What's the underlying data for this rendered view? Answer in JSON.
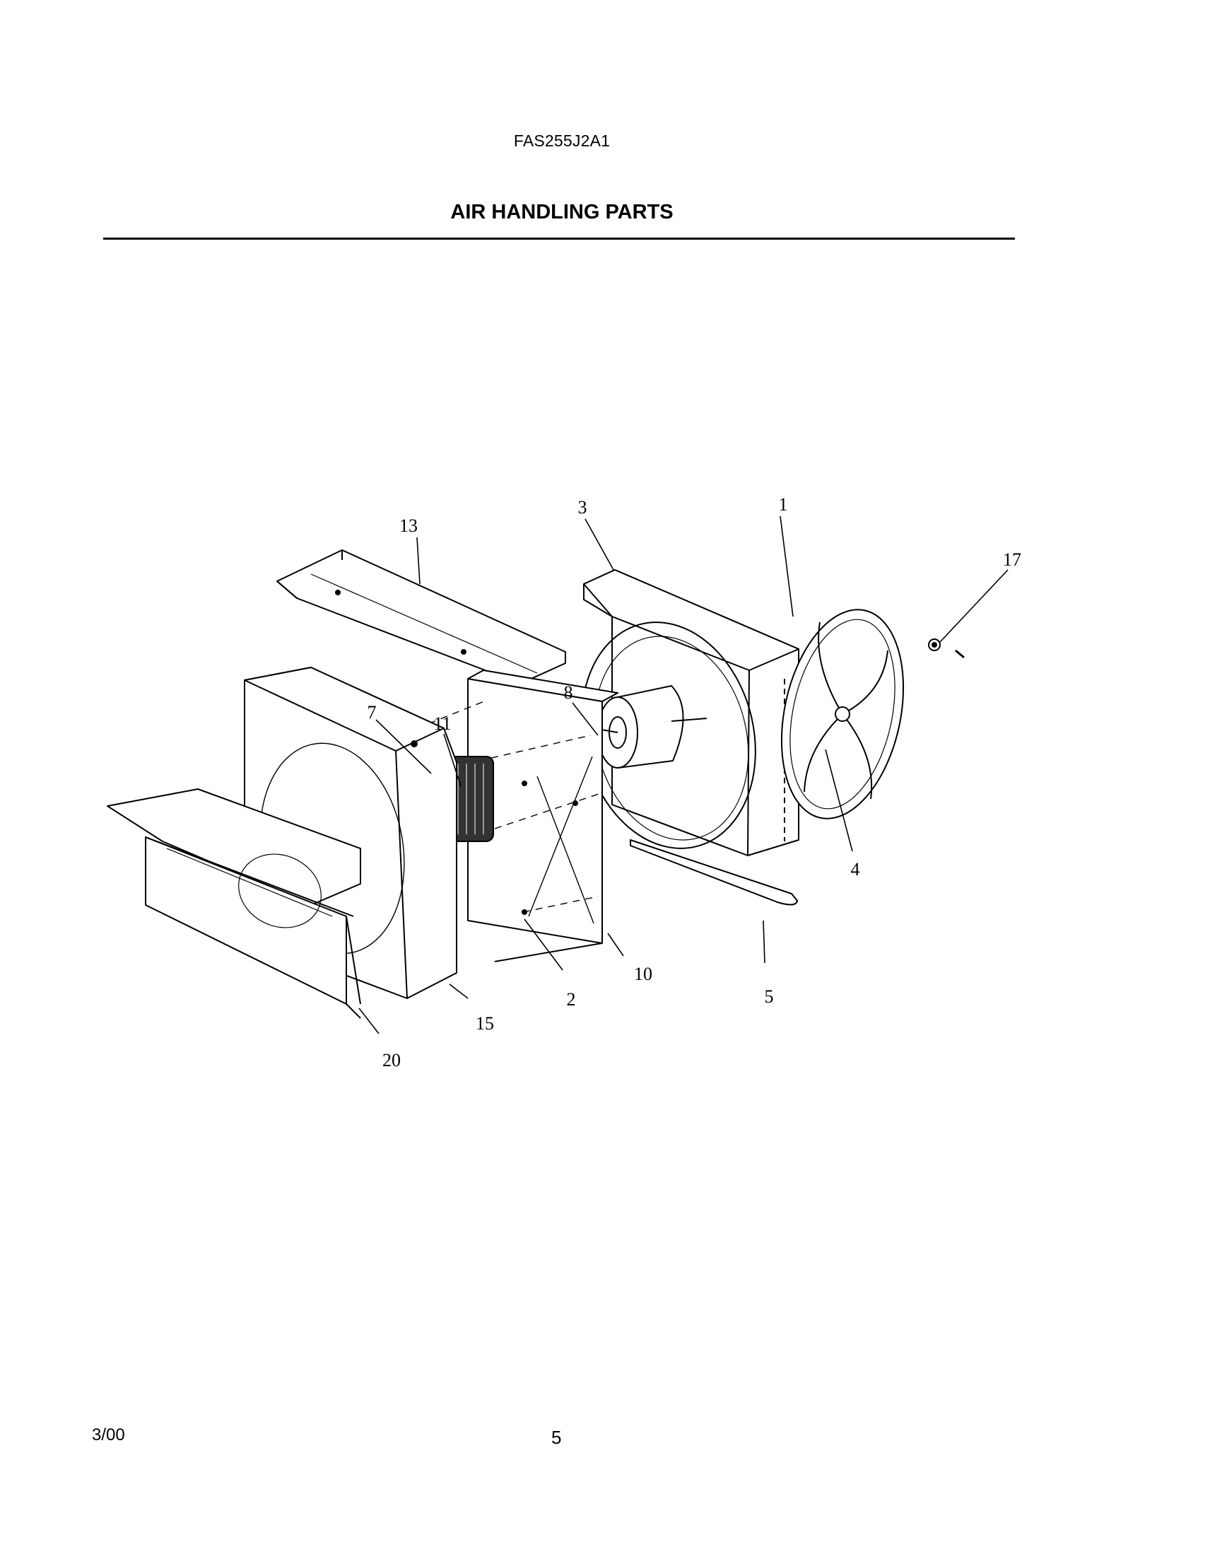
{
  "header": {
    "model_number": "FAS255J2A1",
    "section_title": "AIR HANDLING PARTS"
  },
  "diagram": {
    "callouts": [
      "1",
      "2",
      "3",
      "4",
      "5",
      "7",
      "8",
      "10",
      "11",
      "13",
      "15",
      "17",
      "20"
    ]
  },
  "footer": {
    "date": "3/00",
    "page_number": "5"
  }
}
